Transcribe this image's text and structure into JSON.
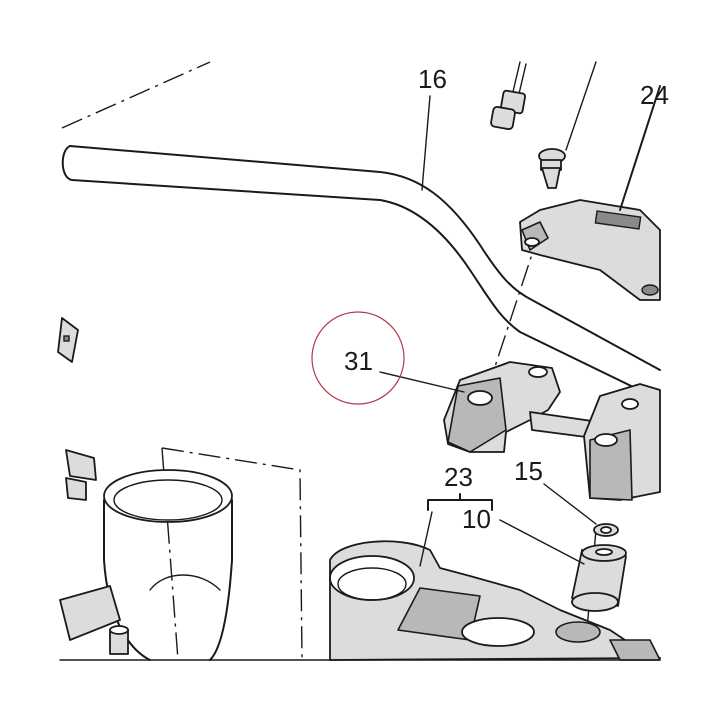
{
  "callouts": {
    "handlebar": "16",
    "top_clamp_partial": "24",
    "highlighted_clamp": "31",
    "bracket_group": "23",
    "washer": "15",
    "bushing": "10"
  },
  "highlight_color": "#b03a4a",
  "line_color": "#1a1a1a",
  "fill_color": "#dcdcdc"
}
